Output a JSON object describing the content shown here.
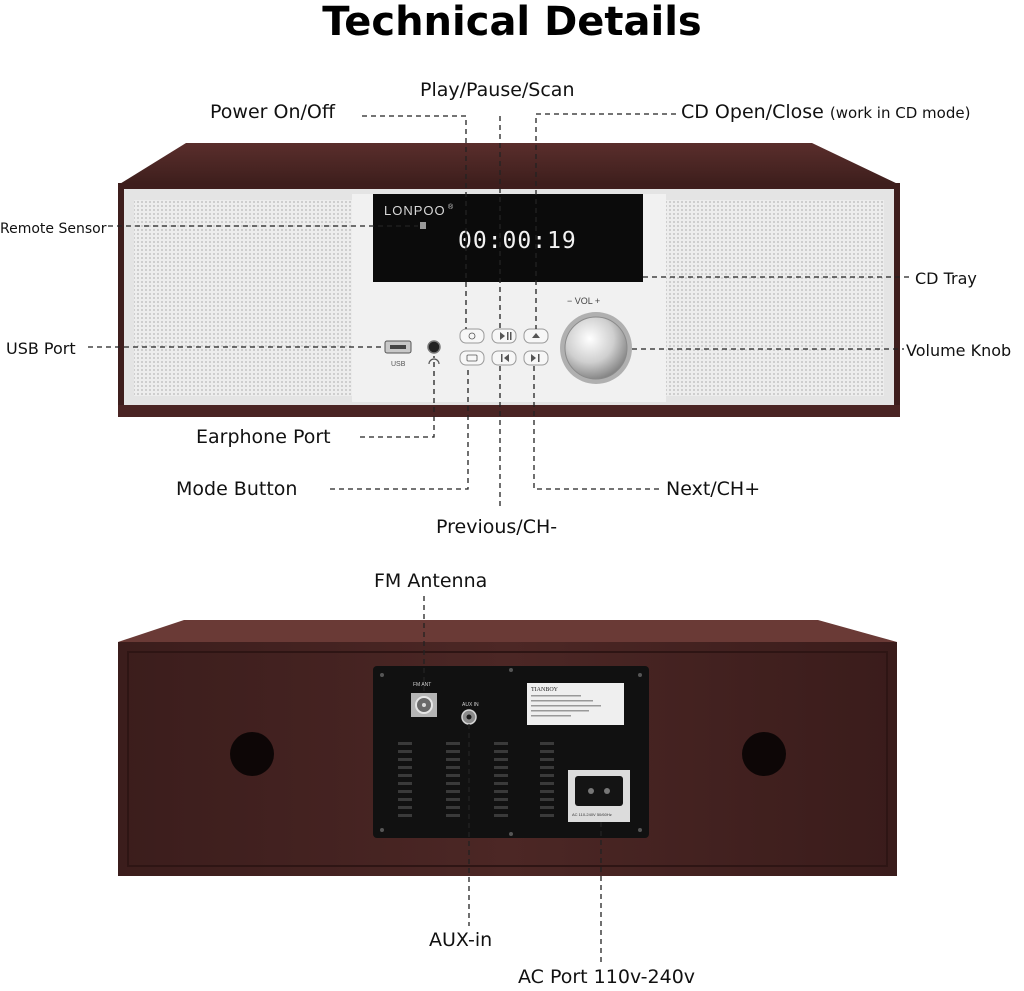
{
  "title": "Technical Details",
  "front": {
    "brand": "LONPOO",
    "brand_mark": "®",
    "display_digits": "00:00:19",
    "usb_text": "USB",
    "volume_text": "−  VOL  +"
  },
  "back": {
    "nameplate_brand": "TIANBOY",
    "fm_tag": "FM ANT",
    "aux_tag": "AUX IN",
    "ac_tag": "AC 110-240V 50/60Hz"
  },
  "labels": {
    "power": "Power On/Off",
    "play": "Play/Pause/Scan",
    "cd_open": "CD Open/Close",
    "cd_open_note": "(work in CD mode)",
    "remote": "Remote Sensor",
    "cd_tray": "CD Tray",
    "usb": "USB Port",
    "volume": "Volume Knob",
    "earphone": "Earphone Port",
    "mode": "Mode Button",
    "next": "Next/CH+",
    "previous": "Previous/CH-",
    "fm": "FM Antenna",
    "aux": "AUX-in",
    "ac": "AC Port 110v-240v"
  },
  "colors": {
    "wood_dark": "#3a1c1a",
    "wood_mid": "#52282a",
    "wood_light": "#6a3a36",
    "silver": "#e6e6e6",
    "display_bg": "#0b0b0b",
    "display_text": "#f2f2f2",
    "panel_black": "#111111"
  }
}
